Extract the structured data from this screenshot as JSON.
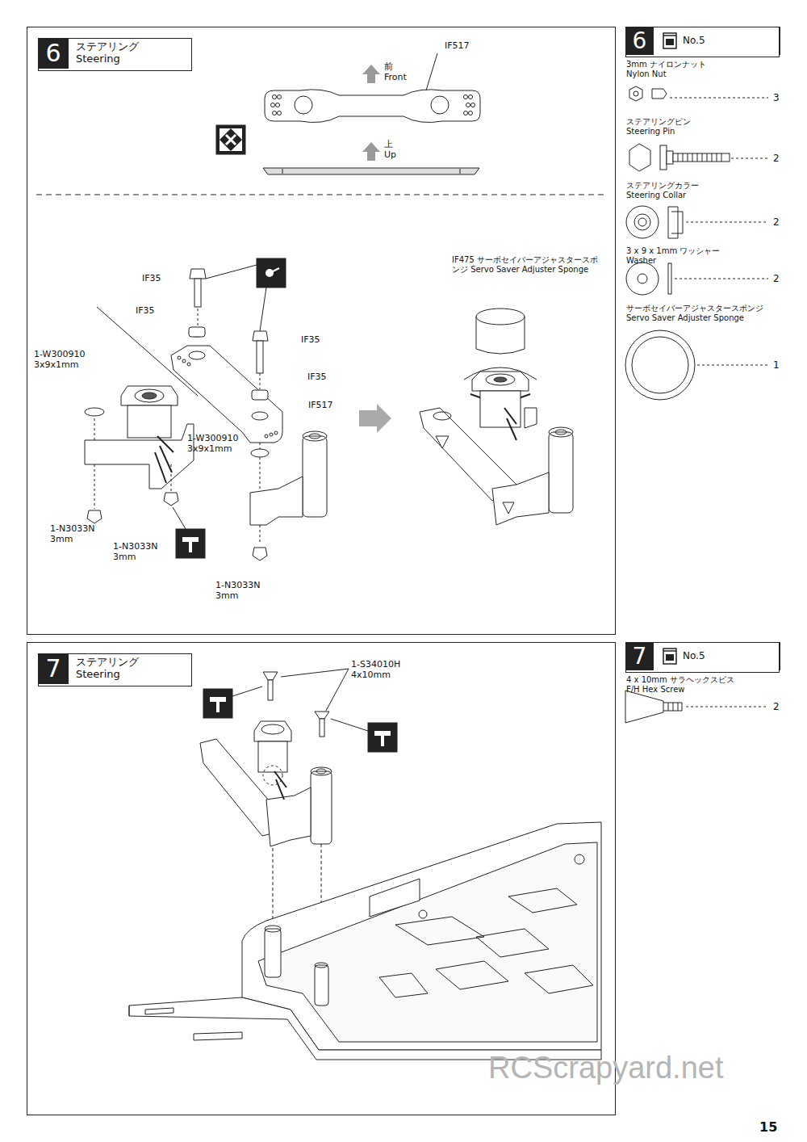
{
  "diagram": {
    "nodes": [
      {
        "text": [
          "6",
          "ステアリング Steering"
        ]
      },
      {
        "text": [
          "6",
          "No.5"
        ]
      },
      {
        "text": [
          "7",
          "ステアリング Steering"
        ]
      },
      {
        "text": [
          "7",
          "No.5"
        ]
      }
    ],
    "labels": [
      "IF517",
      "前",
      "Front",
      "上",
      "Up",
      "IF35",
      "IF35",
      "IF35",
      "IF35",
      "IF517",
      "1-W300910 3x9x1mm",
      "1-W300910 3x9x1mm",
      "1-N3033N 3mm",
      "1-N3033N 3mm",
      "1-N3033N 3mm",
      "IF475 サーボセイバーアジャスタースポンジ Servo Saver Adjuster Sponge",
      "3mm ナイロンナット Nylon Nut",
      "3",
      "ステアリングピン Steering Pin",
      "2",
      "ステアリングカラー Steering Collar",
      "2",
      "3 x 9 x 1mm ワッシャー Washer",
      "2",
      "サーボセイバーアジャスタースポンジ Servo Saver Adjuster Sponge",
      "1",
      "1-S34010H 4x10mm",
      "4 x 10mm サラヘックスビス F/H Hex Screw",
      "2",
      "RCScrapyard.net",
      "15"
    ]
  }
}
